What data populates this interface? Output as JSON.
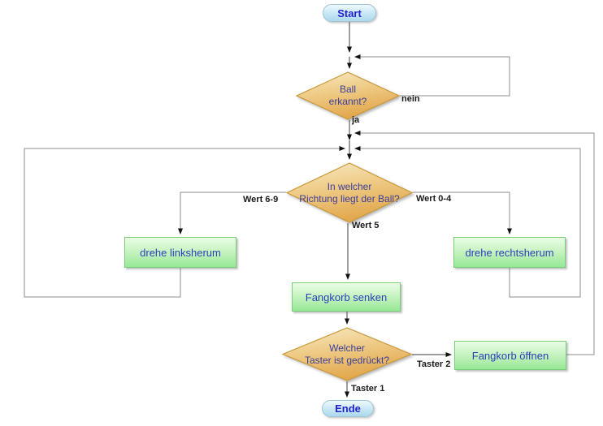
{
  "diagram": {
    "nodes": {
      "start": {
        "label": "Start"
      },
      "decision_ball": {
        "lines": [
          "Ball",
          "erkannt?"
        ]
      },
      "decision_richtung": {
        "lines": [
          "In welcher",
          "Richtung liegt der Ball?"
        ]
      },
      "process_linksherum": {
        "label": "drehe linksherum"
      },
      "process_rechtsherum": {
        "label": "drehe rechtsherum"
      },
      "process_senken": {
        "label": "Fangkorb senken"
      },
      "decision_taster": {
        "lines": [
          "Welcher",
          "Taster ist gedrückt?"
        ]
      },
      "process_oeffnen": {
        "label": "Fangkorb öffnen"
      },
      "ende": {
        "label": "Ende"
      }
    },
    "edge_labels": {
      "nein": "nein",
      "ja": "ja",
      "wert_6_9": "Wert 6-9",
      "wert_0_4": "Wert 0-4",
      "wert_5": "Wert 5",
      "taster_2": "Taster 2",
      "taster_1": "Taster 1"
    },
    "colors": {
      "terminal_fill_top": "#f0fafe",
      "terminal_fill_bottom": "#abd8ee",
      "terminal_text": "#2222cc",
      "decision_fill_top": "#f7e6bd",
      "decision_fill_bottom": "#e2a84e",
      "decision_border": "#c9993a",
      "decision_text": "#3a3f9e",
      "process_fill_top": "#eafce6",
      "process_fill_bottom": "#97e897",
      "process_border": "#79cf79",
      "process_text": "#2b3fbc",
      "line_gray": "#8c8c8c",
      "line_dark": "#3c3c3c",
      "arrowhead": "#111111",
      "edge_label_text": "#1a1a1a",
      "background": "#ffffff"
    }
  }
}
